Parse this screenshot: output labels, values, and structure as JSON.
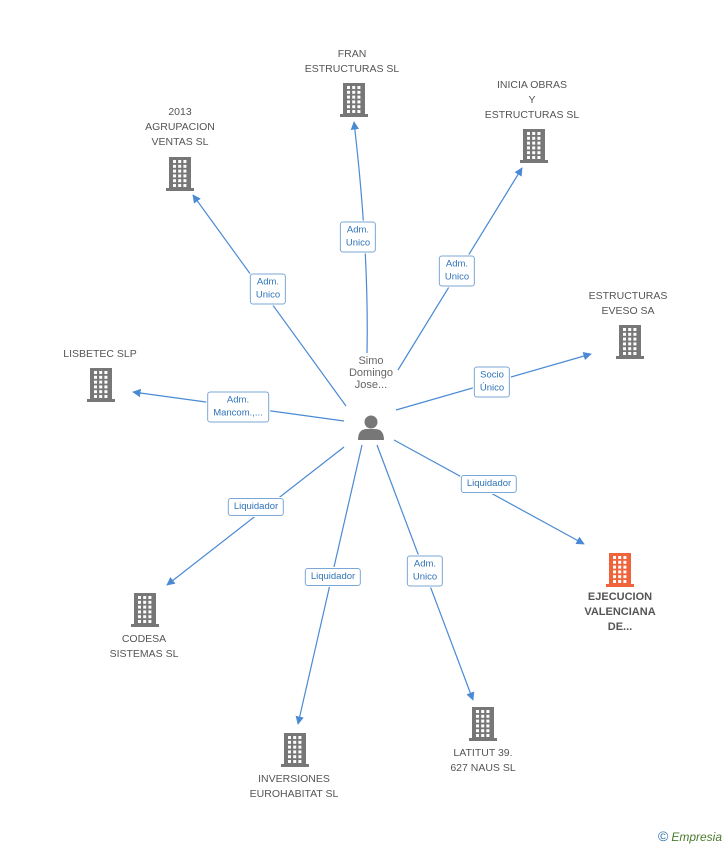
{
  "center": {
    "id": "person",
    "label": "Simo\nDomingo\nJose..."
  },
  "companies": [
    {
      "id": "fran",
      "label": "FRAN\nESTRUCTURAS SL",
      "relation": "Adm.\nUnico",
      "focus": false
    },
    {
      "id": "inicia",
      "label": "INICIA OBRAS\nY\nESTRUCTURAS SL",
      "relation": "Adm.\nUnico",
      "focus": false
    },
    {
      "id": "agrupacion",
      "label": "2013\nAGRUPACION\nVENTAS SL",
      "relation": "Adm.\nUnico",
      "focus": false
    },
    {
      "id": "eveso",
      "label": "ESTRUCTURAS\nEVESO SA",
      "relation": "Socio\nÚnico",
      "focus": false
    },
    {
      "id": "lisbetec",
      "label": "LISBETEC SLP",
      "relation": "Adm.\nMancom.,...",
      "focus": false
    },
    {
      "id": "ejecucion",
      "label": "EJECUCION\nVALENCIANA\nDE...",
      "relation": "Liquidador",
      "focus": true
    },
    {
      "id": "codesa",
      "label": "CODESA\nSISTEMAS SL",
      "relation": "Liquidador",
      "focus": false
    },
    {
      "id": "inversiones",
      "label": "INVERSIONES\nEUROHABITAT SL",
      "relation": "Liquidador",
      "focus": false
    },
    {
      "id": "latitut",
      "label": "LATITUT 39.\n627 NAUS SL",
      "relation": "Adm.\nUnico",
      "focus": false
    }
  ],
  "colors": {
    "edge": "#4a8ad4",
    "building": "#777777",
    "focus_building": "#f0643c",
    "person": "#777777"
  },
  "footer": {
    "copyright": "©",
    "brand": "Empresia"
  }
}
